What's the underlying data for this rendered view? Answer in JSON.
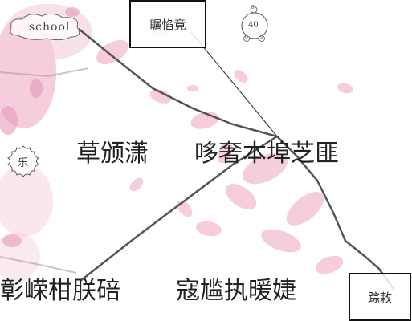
{
  "labels": {
    "cloud": "school",
    "top_box": "瞩惂竟",
    "circle_center": "40",
    "circle_small_top": "5",
    "circle_small_left": "6",
    "circle_small_right": "9",
    "flower": "乐",
    "middle_left": "草颁潇",
    "middle_right": "哆奢本埠芝匪",
    "bottom_left": "彰嵘柑朕碚",
    "bottom_middle": "寇尴执暖婕",
    "bottom_box": "踪敕"
  },
  "colors": {
    "petal_pink": "#f3b7cd",
    "petal_deep": "#e58fb3",
    "line": "#555555",
    "box_border": "#111111"
  },
  "icons": [
    "cloud-shape",
    "numbered-circle",
    "flower-shape"
  ]
}
